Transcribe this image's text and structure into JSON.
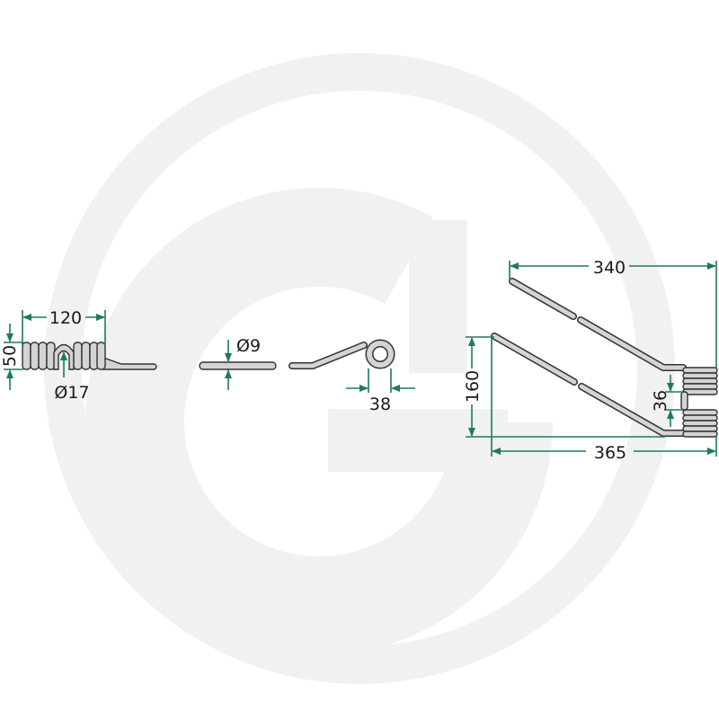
{
  "watermark": {
    "letter": "G",
    "color": "#f1f1f1"
  },
  "colors": {
    "dimension_line": "#1d7a5f",
    "part_fill": "#d4d4d4",
    "part_outline": "#333333"
  },
  "dimensions": {
    "coil_length": "120",
    "coil_height": "50",
    "coil_inner_diameter": "Ø17",
    "wire_diameter": "Ø9",
    "eye_width": "38",
    "top_tine_length": "340",
    "tine_spread": "160",
    "coil_gap": "36",
    "bottom_tine_length": "365"
  }
}
